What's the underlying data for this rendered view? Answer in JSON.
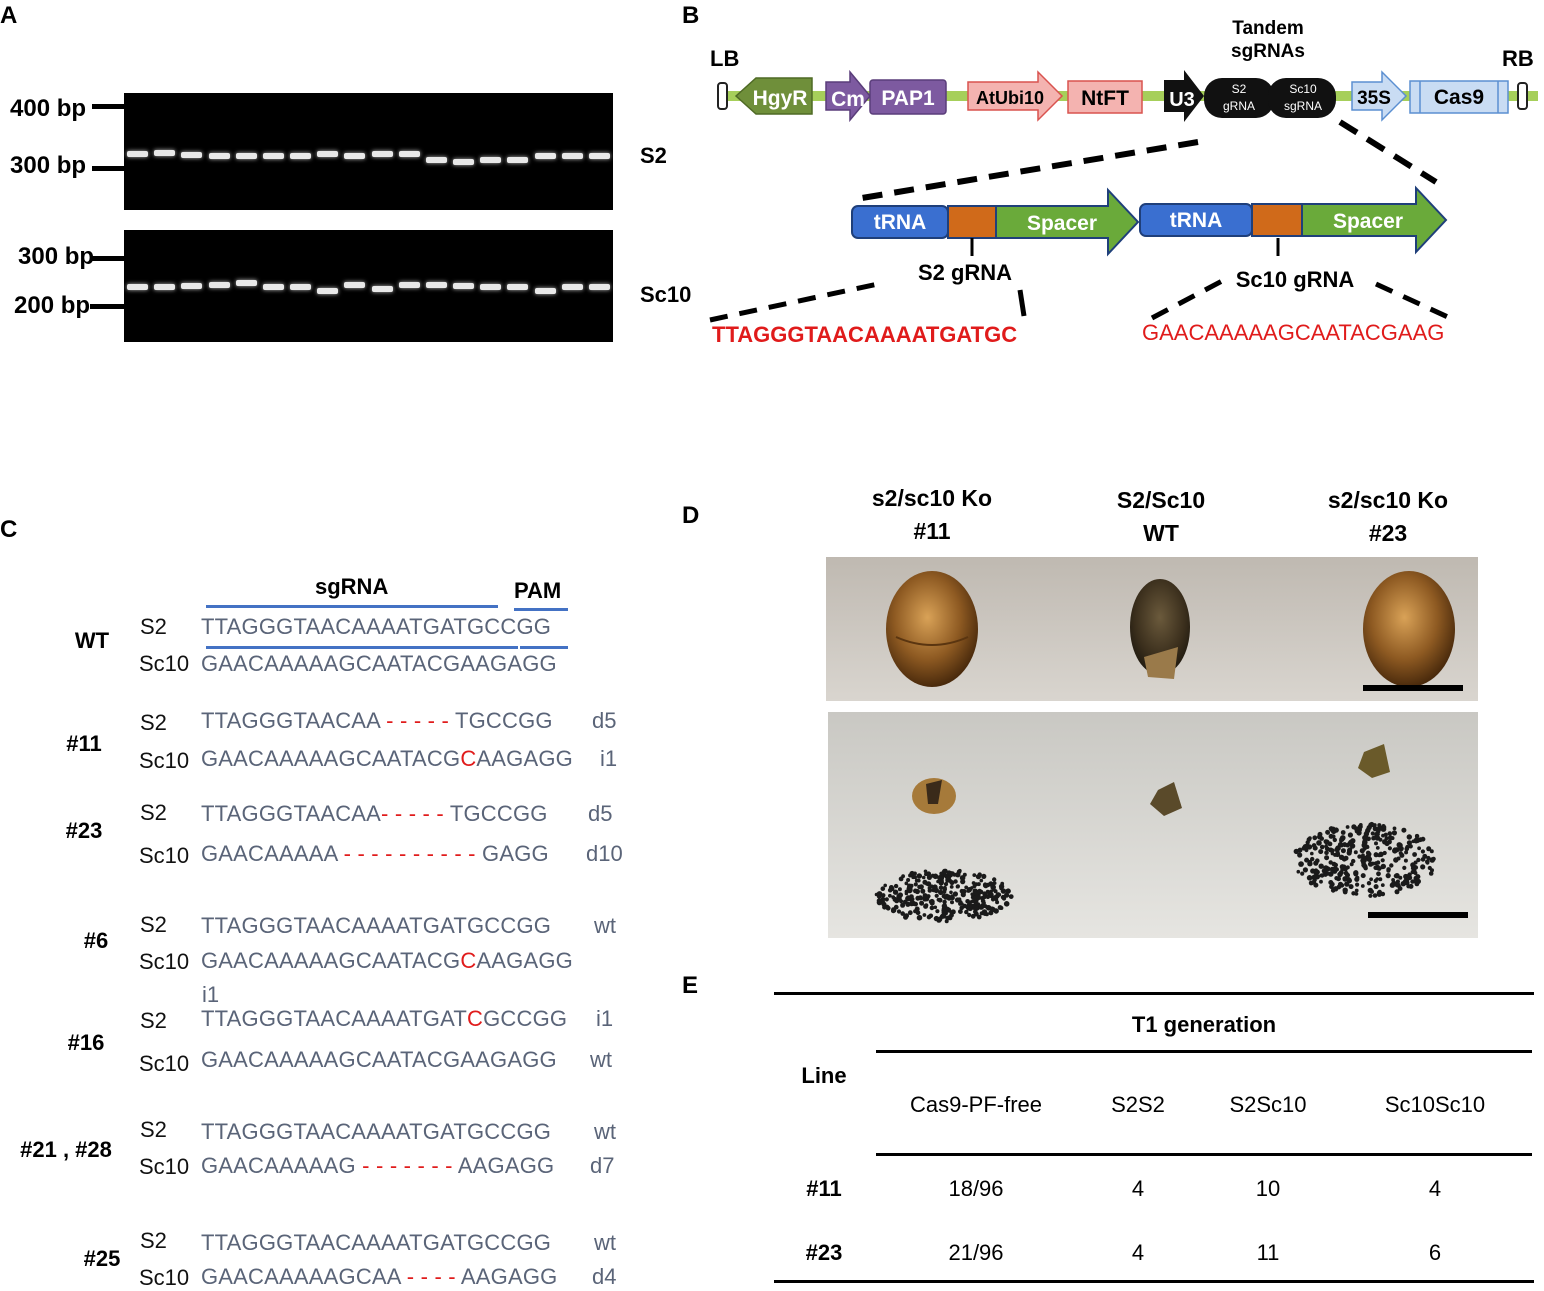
{
  "panels": {
    "a": "A",
    "b": "B",
    "c": "C",
    "d": "D",
    "e": "E"
  },
  "panelA": {
    "top_markers": [
      "400 bp",
      "300 bp"
    ],
    "bottom_markers": [
      "300 bp",
      "200 bp"
    ],
    "top_gene": "S2",
    "bottom_gene": "Sc10"
  },
  "panelB": {
    "lb": "LB",
    "rb": "RB",
    "elements": [
      "HgyR",
      "Cm",
      "PAP1",
      "AtUbi10",
      "NtFT",
      "U3",
      "35S",
      "Cas9"
    ],
    "tandem_title": [
      "Tandem",
      "sgRNAs"
    ],
    "sgrna_chips": [
      "S2",
      "gRNA",
      "Sc10",
      "sgRNA"
    ],
    "cassette": [
      "tRNA",
      "Spacer",
      "tRNA",
      "Spacer"
    ],
    "grna_labels": [
      "S2 gRNA",
      "Sc10 gRNA"
    ],
    "grna_seqs": [
      "TTAGGGTAACAAAATGATGC",
      "GAACAAAAAGCAATACGAAG"
    ],
    "colors": {
      "backbone": "#a6cf5a",
      "hgyr": "#6f8f3a",
      "pap1": "#7d5aa0",
      "atubi": "#f4b3b0",
      "cas9": "#c9dcf3",
      "trna": "#3a6fd0",
      "pam_box": "#d06a1a",
      "spacer": "#6aaa3a",
      "red": "#e01b1b"
    }
  },
  "panelC": {
    "sgrna_label": "sgRNA",
    "pam_label": "PAM",
    "rows": [
      {
        "id": "WT",
        "s2": "TTAGGGTAACAAAATGATGCCGG",
        "sc10": "GAACAAAAAGCAATACGAAGAGG",
        "s2_code": "",
        "sc10_code": ""
      },
      {
        "id": "#11",
        "s2_a": "TTAGGGTAACAA",
        "s2_gap": " - - - - - ",
        "s2_b": "TGCCGG",
        "s2_code": "d5",
        "sc10_a": "GAACAAAAAGCAATACG",
        "sc10_mut": "C",
        "sc10_b": "AAGAGG",
        "sc10_code": "i1"
      },
      {
        "id": "#23",
        "s2_a": "TTAGGGTAACAA",
        "s2_gap": "- - - - - ",
        "s2_b": "TGCCGG",
        "s2_code": "d5",
        "sc10_a": "GAACAAAAA ",
        "sc10_gap": "- - - - - - - - - - ",
        "sc10_b": "GAGG",
        "sc10_code": "d10"
      },
      {
        "id": "#6",
        "s2": "TTAGGGTAACAAAATGATGCCGG",
        "s2_code": "wt",
        "sc10_a": "GAACAAAAAGCAATACG",
        "sc10_mut": "C",
        "sc10_b": "AAGAGG",
        "sc10_code": "i1"
      },
      {
        "id": "#16",
        "s2_a": "TTAGGGTAACAAAATGAT",
        "s2_mut": "C",
        "s2_b": "GCCGG",
        "s2_code": "i1",
        "sc10": "GAACAAAAAGCAATACGAAGAGG",
        "sc10_code": "wt"
      },
      {
        "id": "#21 , #28",
        "s2": "TTAGGGTAACAAAATGATGCCGG",
        "s2_code": "wt",
        "sc10_a": "GAACAAAAAG ",
        "sc10_gap": "- - - - - - - ",
        "sc10_b": "AAGAGG",
        "sc10_code": "d7"
      },
      {
        "id": "#25",
        "s2": "TTAGGGTAACAAAATGATGCCGG",
        "s2_code": "wt",
        "sc10_a": "GAACAAAAAGCAA ",
        "sc10_gap": "- - - - ",
        "sc10_b": "AAGAGG",
        "sc10_code": "d4"
      }
    ],
    "seq_labels": {
      "s2": "S2",
      "sc10": "Sc10"
    }
  },
  "panelD": {
    "headers": [
      {
        "l1": "s2/sc10 Ko",
        "l2": "#11"
      },
      {
        "l1": "S2/Sc10",
        "l2": "WT"
      },
      {
        "l1": "s2/sc10 Ko",
        "l2": "#23"
      }
    ]
  },
  "panelE": {
    "line_header": "Line",
    "group_header": "T1 generation",
    "columns": [
      "Cas9-PF-free",
      "S2S2",
      "S2Sc10",
      "Sc10Sc10"
    ],
    "rows": [
      {
        "line": "#11",
        "values": [
          "18/96",
          "4",
          "10",
          "4"
        ]
      },
      {
        "line": "#23",
        "values": [
          "21/96",
          "4",
          "11",
          "6"
        ]
      }
    ]
  }
}
